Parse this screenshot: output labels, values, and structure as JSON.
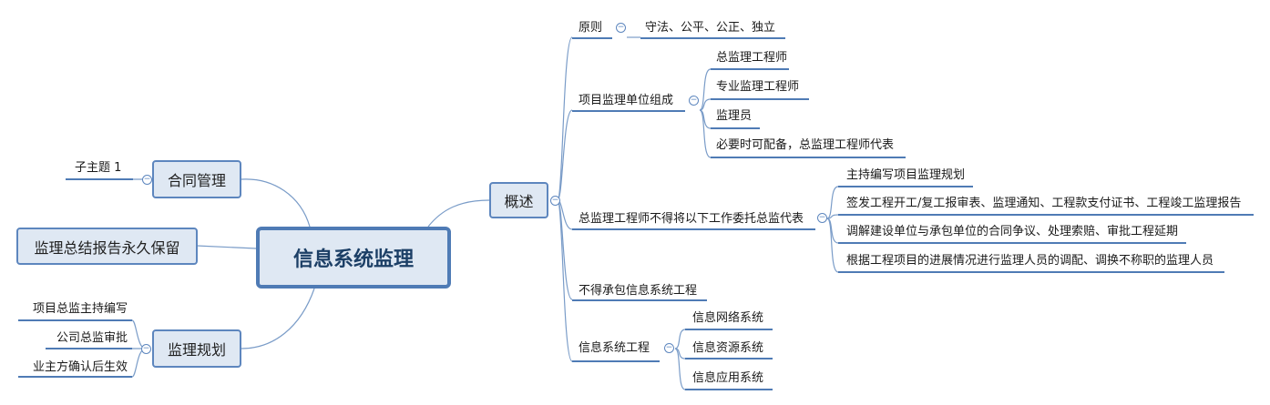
{
  "central": "信息系统监理",
  "left": {
    "contract": {
      "label": "合同管理",
      "children": [
        "子主题 1"
      ]
    },
    "report": "监理总结报告永久保留",
    "planning": {
      "label": "监理规划",
      "children": [
        "项目总监主持编写",
        "公司总监审批",
        "业主方确认后生效"
      ]
    }
  },
  "overview": {
    "label": "概述",
    "principle": {
      "label": "原则",
      "children": [
        "守法、公平、公正、独立"
      ]
    },
    "org": {
      "label": "项目监理单位组成",
      "children": [
        "总监理工程师",
        "专业监理工程师",
        "监理员",
        "必要时可配备，总监理工程师代表"
      ]
    },
    "delegate": {
      "label": "总监理工程师不得将以下工作委托总监代表",
      "children": [
        "主持编写项目监理规划",
        "签发工程开工/复工报审表、监理通知、工程款支付证书、工程竣工监理报告",
        "调解建设单位与承包单位的合同争议、处理索赔、审批工程延期",
        "根据工程项目的进展情况进行监理人员的调配、调换不称职的监理人员"
      ]
    },
    "nocontract": "不得承包信息系统工程",
    "engineering": {
      "label": "信息系统工程",
      "children": [
        "信息网络系统",
        "信息资源系统",
        "信息应用系统"
      ]
    }
  },
  "colors": {
    "line": "#7a9cc8",
    "node_fill": "#dfe8f3",
    "node_border": "#5d86be",
    "underline": "#4f7bb5"
  },
  "icons": {
    "collapse": "collapse-toggle-icon"
  }
}
